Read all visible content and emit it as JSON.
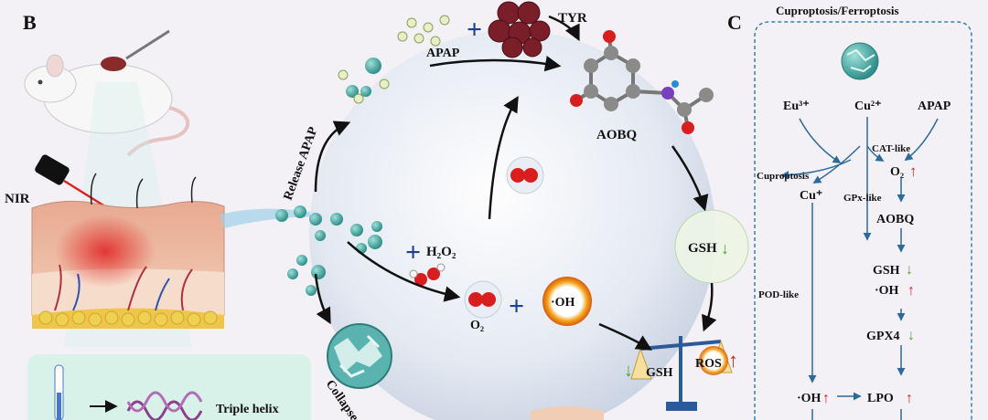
{
  "panel_b": {
    "label": "B",
    "nir_label": "NIR",
    "release_label": "Release APAP",
    "collapse_label": "Collapse",
    "apap_label": "APAP",
    "tyr_label": "TYR",
    "aobq_label": "AOBQ",
    "h2o2_label": "H₂O₂",
    "o2_label": "O₂",
    "oh_label": "·OH",
    "gsh_label": "GSH",
    "gsh_scale_label": "GSH",
    "ros_label": "ROS",
    "triple_helix_label": "Triple helix",
    "plus_sign": "+"
  },
  "panel_c": {
    "label": "C",
    "title": "Cuproptosis/Ferroptosis",
    "eu": "Eu³⁺",
    "cu2": "Cu²⁺",
    "apap": "APAP",
    "cat_like": "CAT-like",
    "o2": "O₂",
    "cuproptosis": "Cuproptosis",
    "cu_plus": "Cu⁺",
    "gpx_like": "GPx-like",
    "aobq": "AOBQ",
    "pod_like": "POD-like",
    "gsh": "GSH",
    "oh": "·OH",
    "gpx4": "GPX4",
    "oh2": "·OH",
    "lpo": "LPO"
  },
  "colors": {
    "flow_blue": "#2b6a9a",
    "arrow_up": "#cc2222",
    "arrow_down": "#4aa334",
    "teal": "#3fa8a4",
    "dashed_border": "#3a7fb0"
  }
}
